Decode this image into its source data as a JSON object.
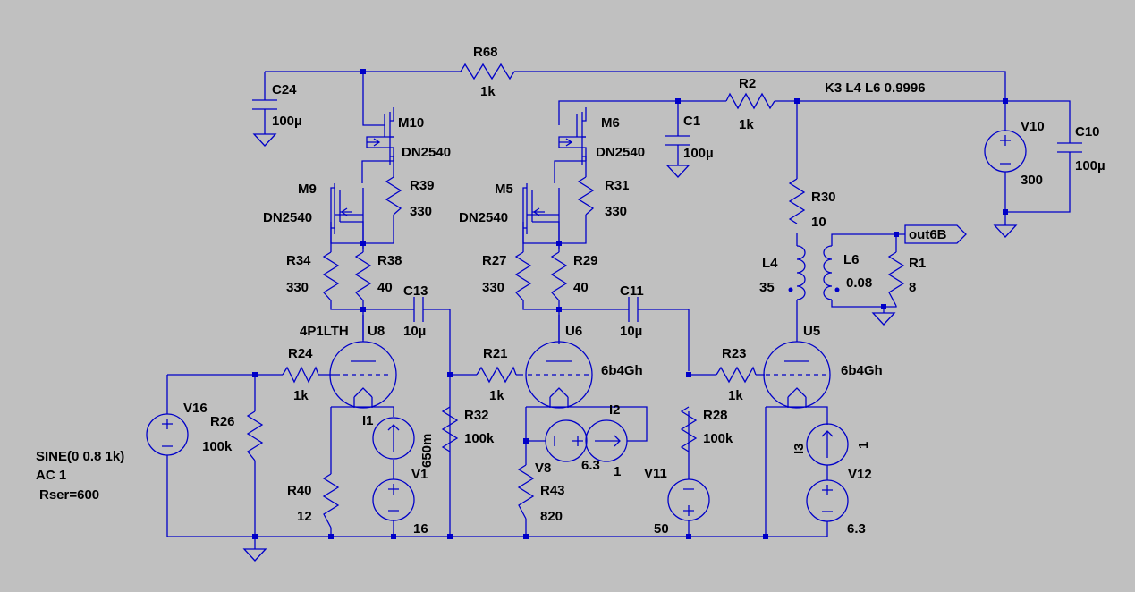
{
  "components": {
    "R68": {
      "ref": "R68",
      "value": "1k"
    },
    "C24": {
      "ref": "C24",
      "value": "100µ"
    },
    "M10": {
      "ref": "M10",
      "model": "DN2540"
    },
    "M6": {
      "ref": "M6",
      "model": "DN2540"
    },
    "C1": {
      "ref": "C1",
      "value": "100µ"
    },
    "R2": {
      "ref": "R2",
      "value": "1k"
    },
    "K3": {
      "directive": "K3 L4 L6 0.9996"
    },
    "V10": {
      "ref": "V10",
      "value": "300"
    },
    "C10": {
      "ref": "C10",
      "value": "100µ"
    },
    "M9": {
      "ref": "M9",
      "model": "DN2540"
    },
    "R39": {
      "ref": "R39",
      "value": "330"
    },
    "M5": {
      "ref": "M5",
      "model": "DN2540"
    },
    "R31": {
      "ref": "R31",
      "value": "330"
    },
    "R30": {
      "ref": "R30",
      "value": "10"
    },
    "out": {
      "label": "out6B"
    },
    "R34": {
      "ref": "R34",
      "value": "330"
    },
    "R38": {
      "ref": "R38",
      "value": "40"
    },
    "R27": {
      "ref": "R27",
      "value": "330"
    },
    "R29": {
      "ref": "R29",
      "value": "40"
    },
    "L4": {
      "ref": "L4",
      "value": "35"
    },
    "L6": {
      "ref": "L6",
      "value": "0.08"
    },
    "R1": {
      "ref": "R1",
      "value": "8"
    },
    "C13": {
      "ref": "C13",
      "value": "10µ"
    },
    "C11": {
      "ref": "C11",
      "value": "10µ"
    },
    "U8": {
      "ref": "U8",
      "model": "4P1LTH"
    },
    "U6": {
      "ref": "U6",
      "model": "6b4Gh"
    },
    "U5": {
      "ref": "U5",
      "model": "6b4Gh"
    },
    "R24": {
      "ref": "R24",
      "value": "1k"
    },
    "R21": {
      "ref": "R21",
      "value": "1k"
    },
    "R23": {
      "ref": "R23",
      "value": "1k"
    },
    "V16": {
      "ref": "V16",
      "line1": "SINE(0 0.8 1k)",
      "line2": "AC 1",
      "line3": "Rser=600"
    },
    "R26": {
      "ref": "R26",
      "value": "100k"
    },
    "I1": {
      "ref": "I1",
      "value": "650m"
    },
    "R32": {
      "ref": "R32",
      "value": "100k"
    },
    "I2": {
      "ref": "I2",
      "value": "1"
    },
    "V8": {
      "ref": "V8",
      "value": "6.3"
    },
    "R28": {
      "ref": "R28",
      "value": "100k"
    },
    "I3": {
      "ref": "I3",
      "value": "1"
    },
    "V12": {
      "ref": "V12",
      "value": "6.3"
    },
    "R40": {
      "ref": "R40",
      "value": "12"
    },
    "V1": {
      "ref": "V1",
      "value": "16"
    },
    "R43": {
      "ref": "R43",
      "value": "820"
    },
    "V11": {
      "ref": "V11",
      "value": "50"
    }
  }
}
